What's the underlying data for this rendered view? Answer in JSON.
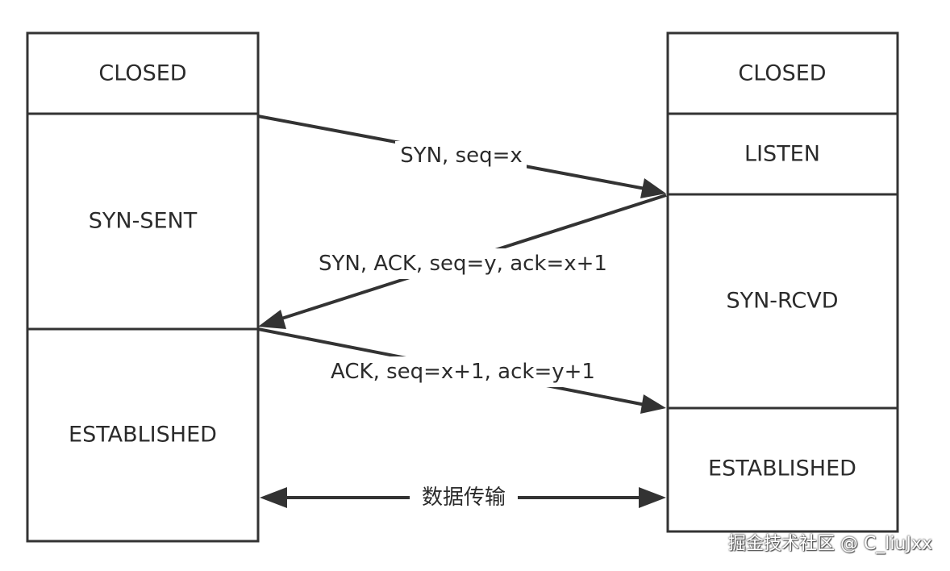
{
  "client": {
    "states": [
      "CLOSED",
      "SYN-SENT",
      "ESTABLISHED"
    ]
  },
  "server": {
    "states": [
      "CLOSED",
      "LISTEN",
      "SYN-RCVD",
      "ESTABLISHED"
    ]
  },
  "messages": {
    "syn": "SYN, seq=x",
    "syn_ack": "SYN, ACK, seq=y, ack=x+1",
    "ack": "ACK, seq=x+1, ack=y+1",
    "data_transfer": "数据传输"
  },
  "watermark": "掘金技术社区 @ C_liuJxx"
}
